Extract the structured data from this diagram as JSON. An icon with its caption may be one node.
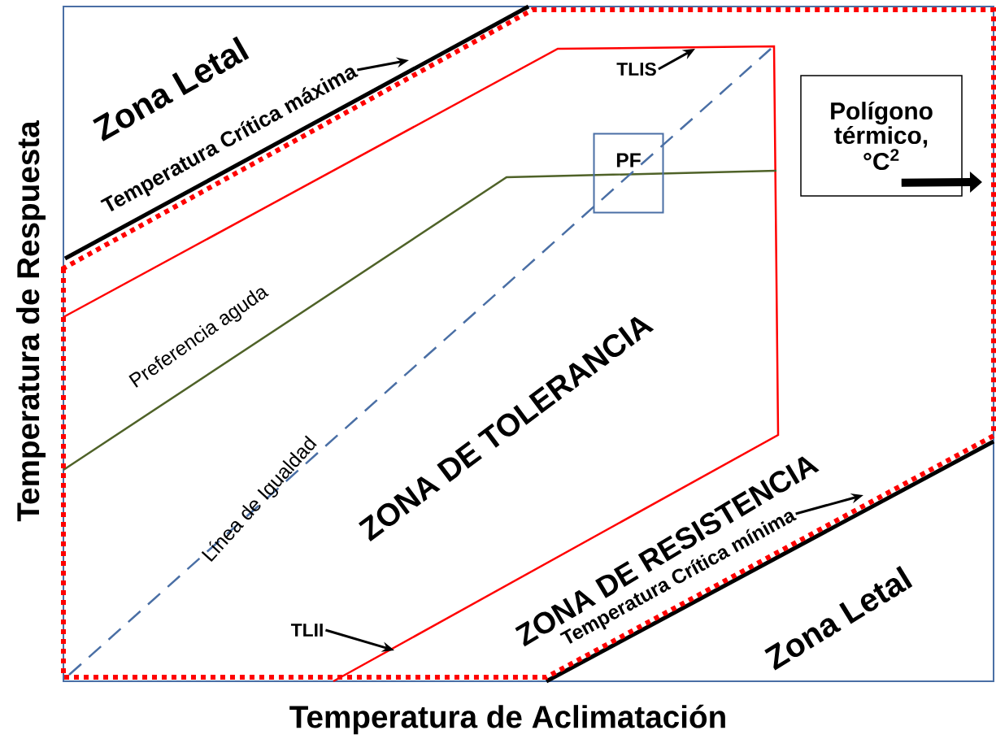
{
  "diagram": {
    "nodes": [
      {
        "text": [
          "Temperatura Crítica máxima"
        ]
      },
      {
        "text": [
          "TLIS"
        ]
      },
      {
        "text": [
          "PF"
        ]
      },
      {
        "text": [
          "Polígono térmico, °C$^{2}$"
        ]
      },
      {
        "text": [
          "TLII"
        ]
      },
      {
        "text": [
          "Temperatura Crítica mínima"
        ]
      }
    ],
    "edges": [
      {
        "from": 0,
        "to": null,
        "arrow": "to"
      },
      {
        "from": 1,
        "to": null,
        "arrow": "to"
      },
      {
        "from": 3,
        "to": null,
        "arrow": "to",
        "style": "thick"
      },
      {
        "from": 4,
        "to": null,
        "arrow": "to"
      },
      {
        "from": 5,
        "to": null,
        "arrow": "to"
      }
    ],
    "labels": [
      "Zona Letal",
      "Preferencia aguda",
      "Línea de Igualdad",
      "ZONA DE TOLERANCIA",
      "ZONA DE RESISTENCIA",
      "Zona Letal",
      "Temperatura de Respuesta",
      "Temperatura de Aclimatación"
    ]
  }
}
